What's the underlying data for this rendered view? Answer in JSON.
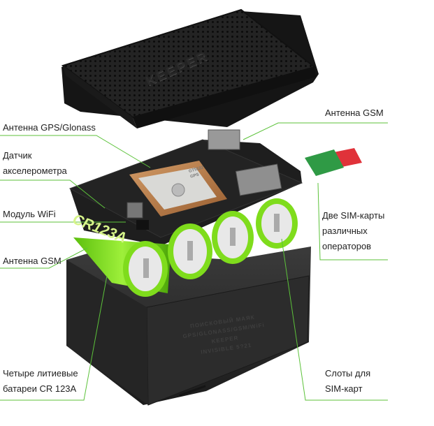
{
  "labels": {
    "gps_antenna": "Антенна GPS/Glonass",
    "accelerometer": "Датчик\nакселерометра",
    "wifi_module": "Модуль WiFi",
    "gsm_antenna_left": "Антенна GSM",
    "batteries": "Четыре литиевые\nбатареи CR 123A",
    "gsm_antenna_right": "Антенна GSM",
    "two_sims": "Две SIM-карты\nразличных\nоператоров",
    "sim_slots": "Слоты для\nSIM-карт"
  },
  "device": {
    "brand": "KEEPER",
    "battery_marking": "CR123A",
    "gps_chip_marking": "GT5122\nGPS",
    "case_marking": "ПОИСКОВЫЙ МАЯК\nGPS/GLONASS/GSM/WiFi\nKEEPER\nINVISIBLE 5?21"
  },
  "colors": {
    "callout_line": "#5cc23a",
    "label_text": "#222222",
    "device_dark": "#2b2b2b",
    "battery_green": "#7fdc1c",
    "sim_red": "#e0323a",
    "sim_green": "#2f9a45",
    "gps_patch": "#c68a54"
  }
}
